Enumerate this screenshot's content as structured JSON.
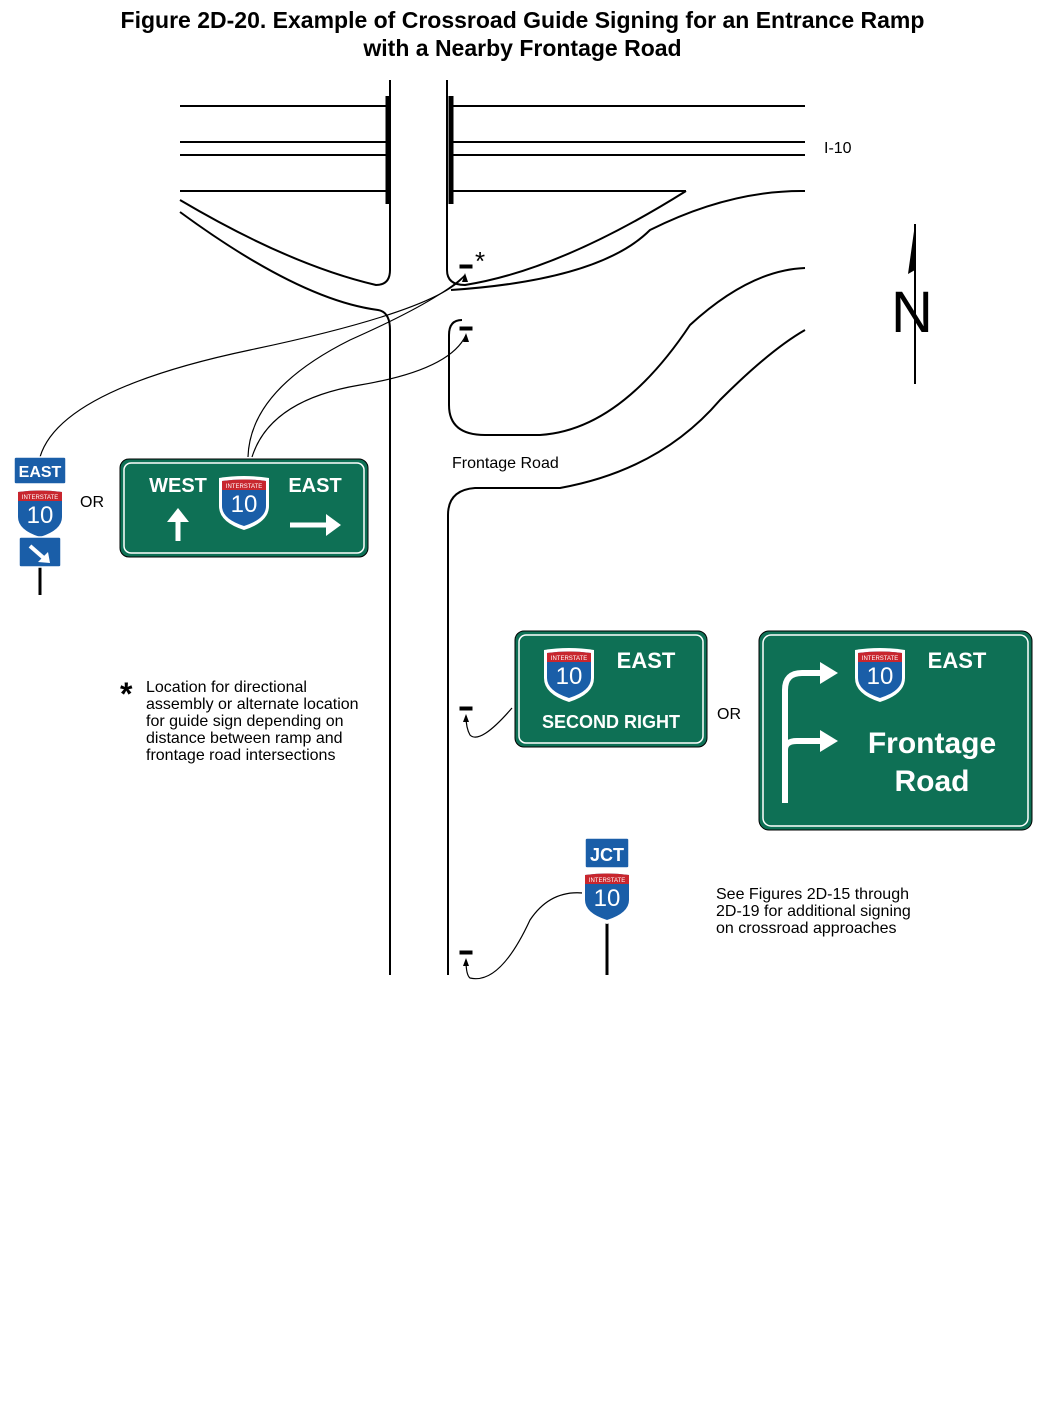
{
  "figure": {
    "title_line1": "Figure 2D-20.  Example of Crossroad Guide Signing for an Entrance Ramp",
    "title_line2": "with a Nearby Frontage Road"
  },
  "labels": {
    "freeway": "I-10",
    "frontage_road": "Frontage Road",
    "north": "N",
    "or_left": "OR",
    "or_right": "OR",
    "asterisk": "*"
  },
  "notes": {
    "asterisk_note": [
      "Location for directional",
      "assembly or alternate location",
      "for guide sign depending on",
      "distance between ramp and",
      "frontage road intersections"
    ],
    "see_figures": [
      "See Figures 2D-15 through",
      "2D-19 for additional signing",
      "on crossroad approaches"
    ]
  },
  "signs": {
    "assembly_east": {
      "cardinal": "EAST",
      "route": "10",
      "band": "INTERSTATE"
    },
    "guide_west_east": {
      "left": "WEST",
      "right": "EAST",
      "route": "10",
      "band": "INTERSTATE"
    },
    "advance_second_right": {
      "direction": "EAST",
      "bottom": "SECOND  RIGHT",
      "route": "10",
      "band": "INTERSTATE"
    },
    "diagrammatic": {
      "direction": "EAST",
      "line1": "Frontage",
      "line2": "Road",
      "route": "10",
      "band": "INTERSTATE"
    },
    "junction": {
      "top": "JCT",
      "route": "10",
      "band": "INTERSTATE"
    }
  },
  "colors": {
    "guide_green": "#0e7055",
    "route_blue": "#1a5ea8",
    "shield_red": "#c8262e",
    "ink": "#000000"
  }
}
